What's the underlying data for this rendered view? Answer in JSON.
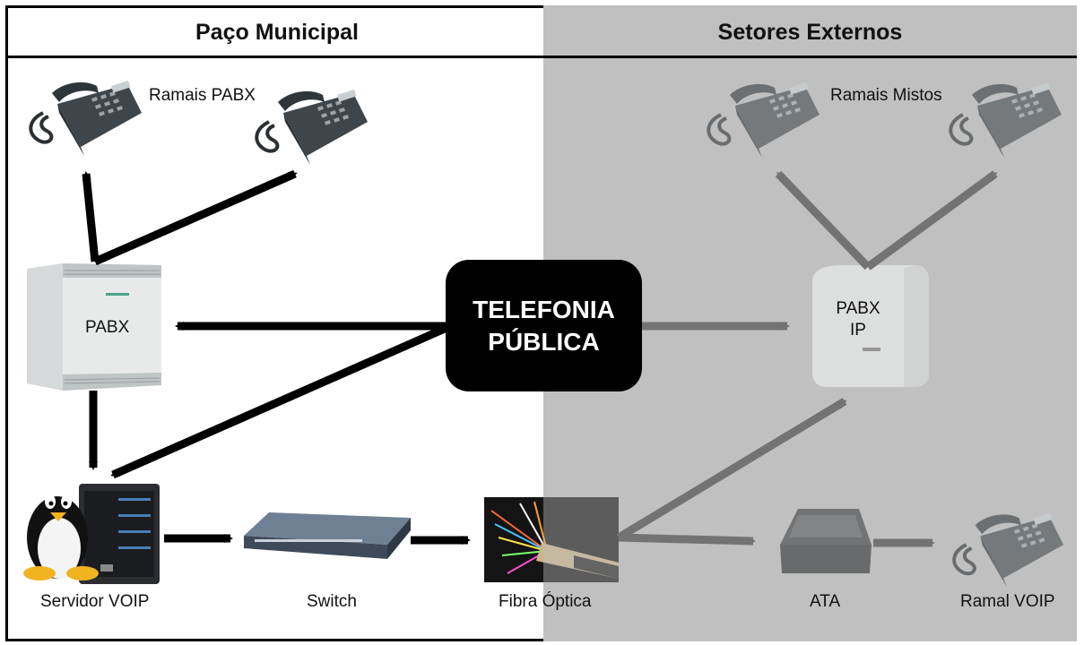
{
  "headers": {
    "left": "Paço Municipal",
    "right": "Setores Externos"
  },
  "labels": {
    "ramais_pabx": "Ramais PABX",
    "ramais_mistos": "Ramais Mistos",
    "pabx": "PABX",
    "pabx_ip_line1": "PABX",
    "pabx_ip_line2": "IP",
    "telefonia_line1": "TELEFONIA",
    "telefonia_line2": "PÚBLICA",
    "servidor_voip": "Servidor VOIP",
    "switch": "Switch",
    "fibra_optica": "Fibra Óptica",
    "ata": "ATA",
    "ramal_voip": "Ramal VOIP"
  },
  "colors": {
    "panel_right": "#c0c0c0",
    "arrow_left": "#000000",
    "arrow_right": "#3c3c3c",
    "phone": "#3e464b"
  }
}
